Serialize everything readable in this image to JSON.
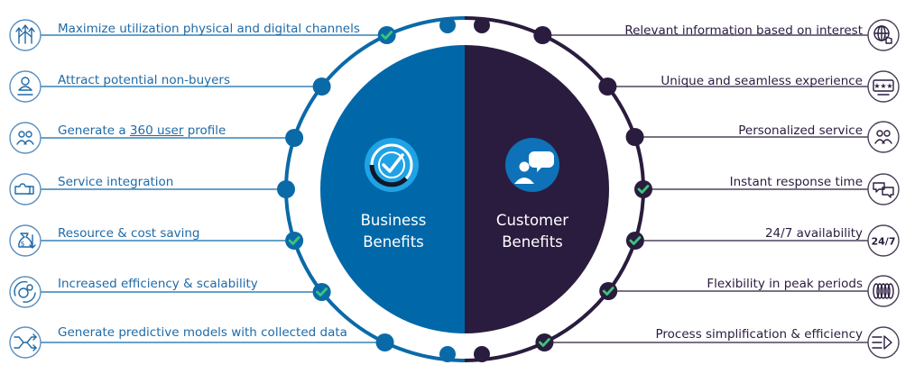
{
  "business": {
    "title_line1": "Business",
    "title_line2": "Benefits",
    "color": "#0068a8",
    "items": [
      {
        "label": "Maximize utilization physical and digital channels",
        "icon": "arrows-up-icon",
        "check": true
      },
      {
        "label": "Attract potential non-buyers",
        "icon": "user-binary-icon",
        "check": false
      },
      {
        "label_pre": "Generate a ",
        "label_u": "360 user",
        "label_post": " profile",
        "icon": "user-group-target-icon",
        "check": false
      },
      {
        "label": "Service integration",
        "icon": "puzzle-pieces-icon",
        "check": false
      },
      {
        "label": "Resource & cost saving",
        "icon": "money-bag-icon",
        "check": true
      },
      {
        "label": "Increased efficiency & scalability",
        "icon": "gears-cycle-icon",
        "check": true
      },
      {
        "label": "Generate predictive models with collected data",
        "icon": "split-arrows-icon",
        "check": false
      }
    ]
  },
  "customer": {
    "title_line1": "Customer",
    "title_line2": "Benefits",
    "color": "#2a1c3e",
    "items": [
      {
        "label": "Relevant information based on interest",
        "icon": "globe-hand-icon",
        "check": false
      },
      {
        "label": "Unique and seamless experience",
        "icon": "rating-stars-icon",
        "check": false
      },
      {
        "label": "Personalized service",
        "icon": "user-group-target-icon",
        "check": false
      },
      {
        "label": "Instant response time",
        "icon": "chat-bubbles-icon",
        "check": true
      },
      {
        "label": "24/7 availability",
        "icon": "24-7-icon",
        "badge": "24/7",
        "check": true
      },
      {
        "label": "Flexibility in peak periods",
        "icon": "spring-coil-icon",
        "check": true
      },
      {
        "label": "Process simplification & efficiency",
        "icon": "arrows-funnel-icon",
        "check": true
      }
    ]
  },
  "colors": {
    "accent_green": "#3ec47a",
    "ring_left": "#0a6aa8",
    "ring_right": "#2a1c3e",
    "left_text": "#1f6aa6",
    "right_text": "#2a1c3e",
    "icon_stroke": "#1f6aa6"
  }
}
